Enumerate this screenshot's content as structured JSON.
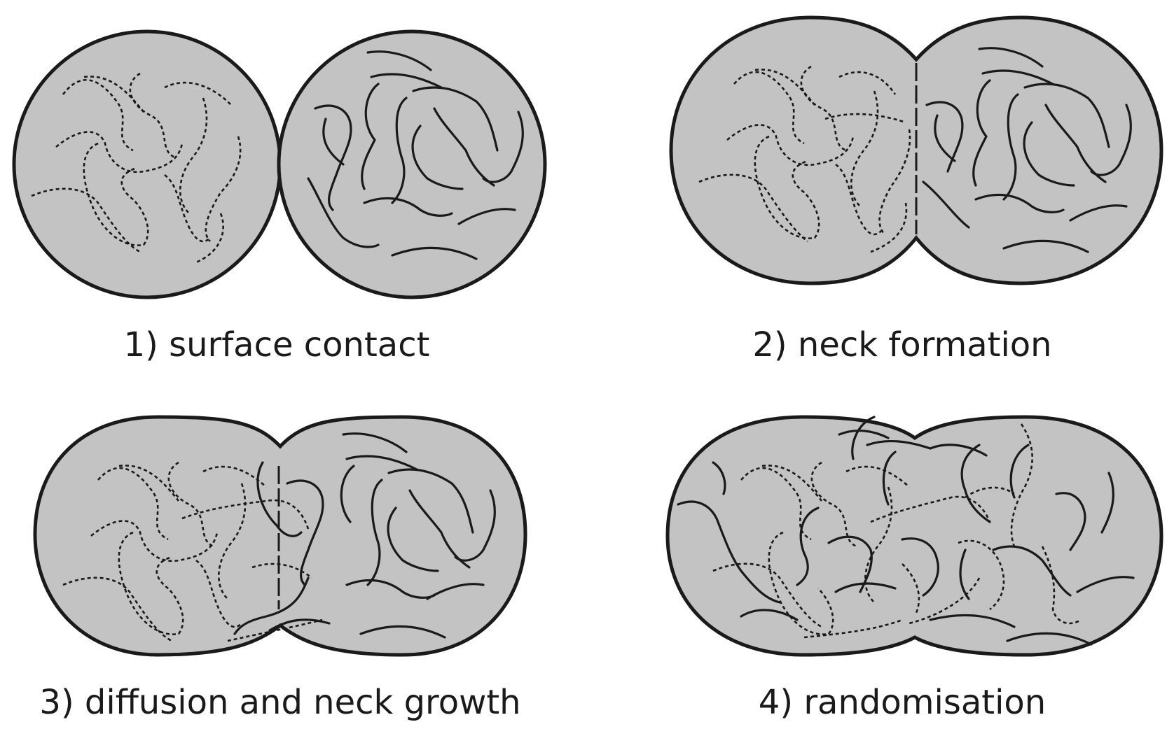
{
  "figure": {
    "stages": [
      {
        "id": "stage-1",
        "caption": "1) surface contact"
      },
      {
        "id": "stage-2",
        "caption": "2) neck formation"
      },
      {
        "id": "stage-3",
        "caption": "3) diffusion and neck growth"
      },
      {
        "id": "stage-4",
        "caption": "4) randomisation"
      }
    ]
  },
  "colors": {
    "particle_fill": "#c3c3c3",
    "line": "#1a1a1a",
    "background": "#ffffff"
  }
}
